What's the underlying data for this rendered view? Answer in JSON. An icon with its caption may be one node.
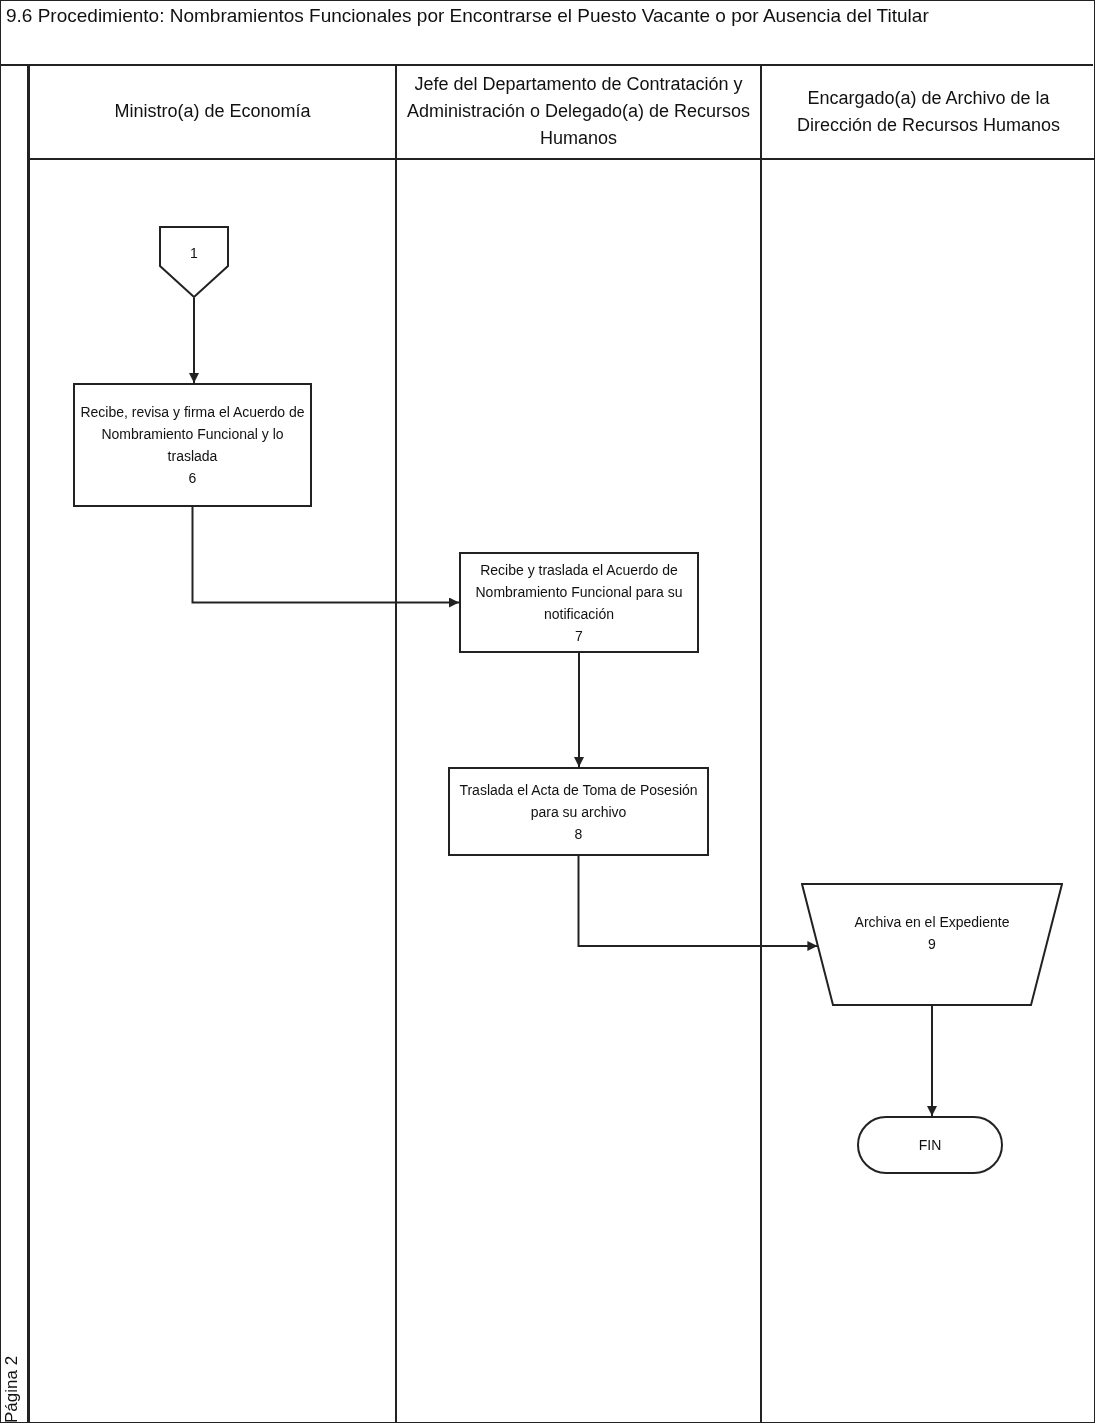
{
  "diagram": {
    "title": "9.6 Procedimiento: Nombramientos Funcionales por Encontrarse el Puesto Vacante o por Ausencia del Titular",
    "nodes": [
      {
        "text": [
          "Ministro(a) de Economía"
        ]
      },
      {
        "text": [
          "Jefe del Departamento de Contratación y Administración o Delegado(a) de Recursos Humanos"
        ]
      },
      {
        "text": [
          "Encargado(a) de Archivo de la Dirección de Recursos Humanos"
        ]
      },
      {
        "text": [
          "1"
        ],
        "in": 0
      },
      {
        "text": [
          "Recibe, revisa y firma el Acuerdo de Nombramiento Funcional y lo traslada",
          "6"
        ],
        "in": 0
      },
      {
        "text": [
          "Recibe y traslada el Acuerdo de Nombramiento Funcional para su notificación",
          "7"
        ],
        "in": 1
      },
      {
        "text": [
          "Traslada el Acta de Toma de Posesión para su archivo",
          "8"
        ],
        "in": 1
      },
      {
        "text": [
          "Archiva en el Expediente",
          "9"
        ],
        "in": 2
      },
      {
        "text": [
          "FIN"
        ],
        "in": 2
      }
    ],
    "edges": [
      {
        "from": 3,
        "to": 4,
        "arrow": "to"
      },
      {
        "from": 4,
        "to": 5,
        "arrow": "to"
      },
      {
        "from": 5,
        "to": 6,
        "arrow": "to"
      },
      {
        "from": 6,
        "to": 7,
        "arrow": "to"
      },
      {
        "from": 7,
        "to": 8,
        "arrow": "to"
      }
    ],
    "labels": [
      "Página 2"
    ]
  }
}
